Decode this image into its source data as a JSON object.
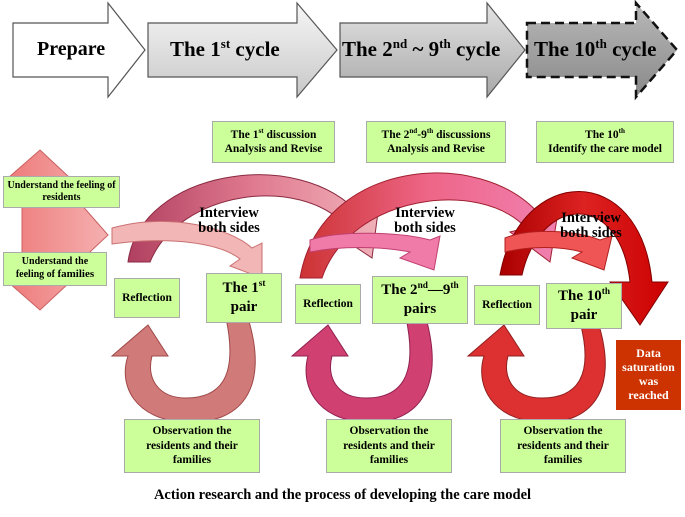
{
  "top_arrows": [
    {
      "label_main": "Prepare",
      "sup": "",
      "after": ""
    },
    {
      "label_main": "The 1",
      "sup": "st",
      "after": " cycle"
    },
    {
      "label_main": "The 2",
      "sup": "nd",
      "mid": " ~ 9",
      "sup2": "th",
      "after": " cycle"
    },
    {
      "label_main": "The 10",
      "sup": "th",
      "after": " cycle"
    }
  ],
  "discussions": [
    {
      "line1a": "The 1",
      "line1sup": "st",
      "line1b": " discussion",
      "line2": "Analysis and Revise"
    },
    {
      "line1a": "The 2",
      "line1sup": "nd",
      "line1c": "-9",
      "line1sup2": "th",
      "line1b": " discussions",
      "line2": "Analysis and Revise"
    },
    {
      "line1a": "The 10",
      "line1sup": "th",
      "line1b": "",
      "line2": "Identify the care model"
    }
  ],
  "understand": {
    "residents": "Understand the feeling of residents",
    "families_a": "Understand the",
    "families_b": "feeling of ",
    "families_c": "families"
  },
  "interview": {
    "line1": "Interview",
    "line2": "both sides"
  },
  "reflection": "Reflection",
  "pairs": [
    {
      "a": "The 1",
      "sup": "st",
      "b": "pair"
    },
    {
      "a": "The 2",
      "sup": "nd",
      "mid": "—9",
      "sup2": "th",
      "b": "pairs"
    },
    {
      "a": "The 10",
      "sup": "th",
      "b": "pair"
    }
  ],
  "observation": {
    "line1": "Observation the",
    "line2": "residents and their",
    "line3": "families"
  },
  "saturation": {
    "l1": "Data",
    "l2": "saturation",
    "l3": "was",
    "l4": "reached"
  },
  "caption": "Action research and the process of  developing the care model",
  "colors": {
    "box_fill": "#ccff99",
    "cycle1_arrow": "#e8a0a0",
    "cycle2_arrow": "#e0507a",
    "cycle3_arrow": "#cc1111",
    "saturation_box": "#cc3300"
  }
}
